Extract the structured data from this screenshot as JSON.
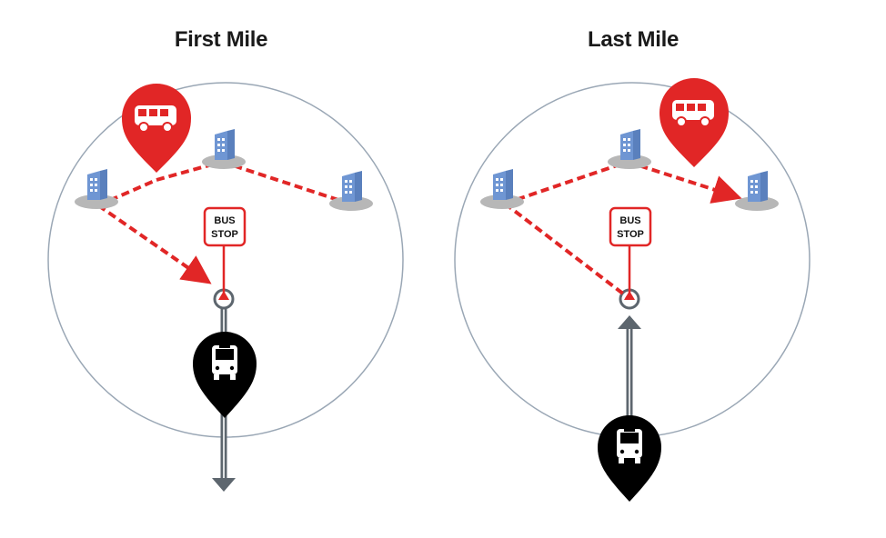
{
  "panels": [
    {
      "title": "First Mile",
      "sign_line1": "BUS",
      "sign_line2": "STOP"
    },
    {
      "title": "Last Mile",
      "sign_line1": "BUS",
      "sign_line2": "STOP"
    }
  ],
  "colors": {
    "red": "#e12626",
    "circle_stroke": "#9aa7b5",
    "building": "#6f96d3",
    "building_base": "#b7b7b7",
    "transit_line": "#5d666e",
    "bus_marker": "#000000"
  },
  "icons": [
    "van-icon",
    "bus-icon",
    "building-icon",
    "bus-stop-sign-icon",
    "arrow-icon"
  ]
}
